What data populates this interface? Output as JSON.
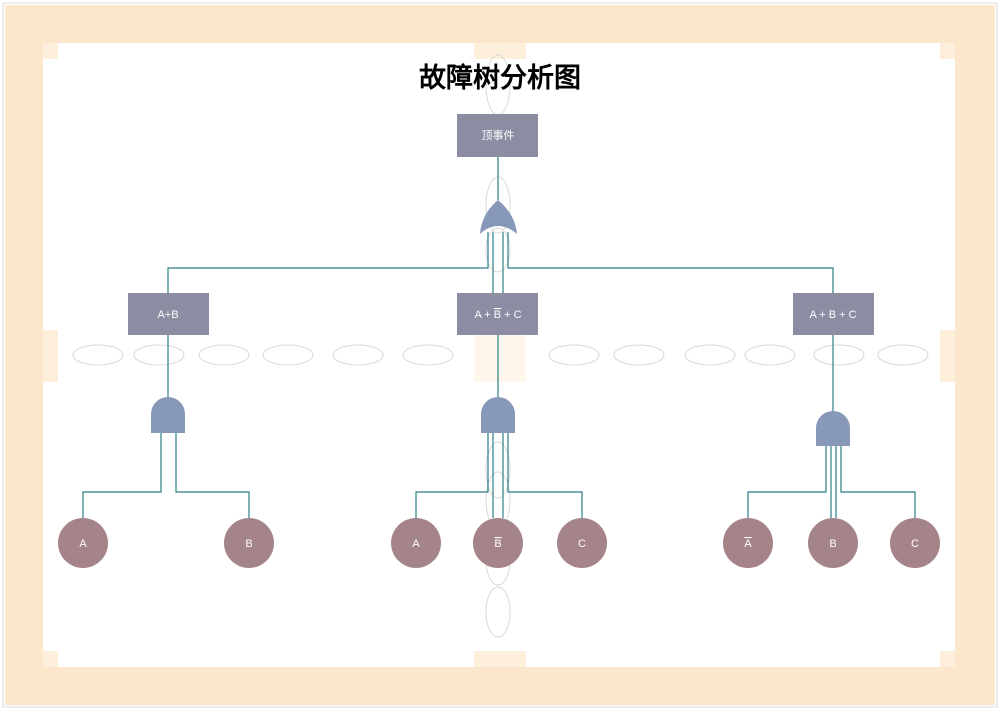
{
  "title": "故障树分析图",
  "colors": {
    "frame": "#fde7cc",
    "event_box": "#8c8ca2",
    "gate": "#8898b8",
    "basic_event": "#a48488",
    "line": "#2b7e86",
    "label": "#ffffff"
  },
  "top_event": {
    "label": "顶事件"
  },
  "gates": {
    "top": "or-gate",
    "left": "and-gate",
    "middle": "and-gate",
    "right": "and-gate"
  },
  "intermediate_events": [
    {
      "label": "A+B"
    },
    {
      "pre": "A + ",
      "bar": "B",
      "post": " + C"
    },
    {
      "label": "A + B + C"
    }
  ],
  "basic_events": [
    {
      "label": "A",
      "negated": false
    },
    {
      "label": "B",
      "negated": false
    },
    {
      "label": "A",
      "negated": false
    },
    {
      "label": "B",
      "negated": true
    },
    {
      "label": "C",
      "negated": false
    },
    {
      "label": "A",
      "negated": true
    },
    {
      "label": "B",
      "negated": false
    },
    {
      "label": "C",
      "negated": false
    }
  ]
}
